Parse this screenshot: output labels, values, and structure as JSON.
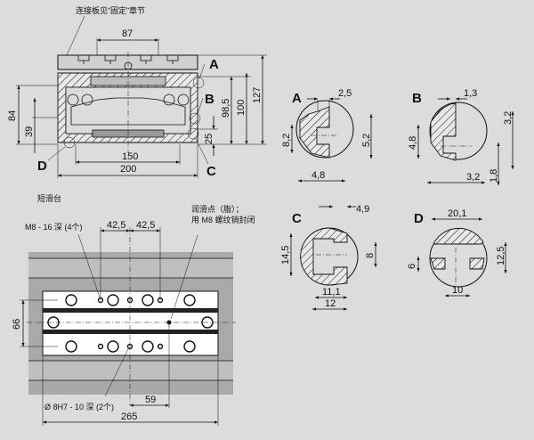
{
  "top_view": {
    "note_connection_plate": "连接板见“固定”章节",
    "dims": {
      "width_87": "87",
      "height_84": "84",
      "height_39": "39",
      "width_150": "150",
      "width_200": "200",
      "height_25": "25",
      "height_98_5": "98,5",
      "height_100": "100",
      "height_127": "127"
    },
    "detail_markers": {
      "a": "A",
      "b": "B",
      "c": "C",
      "d": "D"
    }
  },
  "plan_view": {
    "title": "短滑台",
    "note_threads": "M8 - 16 深 (4个)",
    "note_lube_line1": "润滑点（脂）；",
    "note_lube_line2": "用 M8 螺纹销封闭",
    "note_pins": "Ø 8H7 - 10 深 (2个)",
    "dims": {
      "pitch_left": "42,5",
      "pitch_right": "42,5",
      "height_66": "66",
      "offset_59": "59",
      "length_265": "265"
    }
  },
  "details": {
    "a": {
      "label": "A",
      "dims": [
        "2,5",
        "8,2",
        "5,2",
        "4,8"
      ]
    },
    "b": {
      "label": "B",
      "dims": [
        "1,3",
        "4,8",
        "3,2",
        "3,2",
        "1,8"
      ]
    },
    "c": {
      "label": "C",
      "dims": [
        "4,9",
        "14,5",
        "8",
        "11,1",
        "12"
      ]
    },
    "d": {
      "label": "D",
      "dims": [
        "20,1",
        "6",
        "12,5",
        "10"
      ]
    }
  }
}
